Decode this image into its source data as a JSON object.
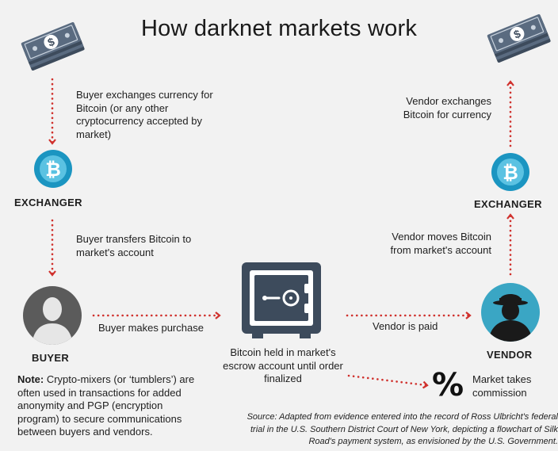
{
  "title": "How darknet markets work",
  "left": {
    "step1": "Buyer exchanges currency for Bitcoin (or any other cryptocurrency accepted by market)",
    "exchanger_label": "EXCHANGER",
    "step2": "Buyer transfers Bitcoin to market's account",
    "buyer_label": "BUYER",
    "purchase": "Buyer makes purchase"
  },
  "center": {
    "escrow": "Bitcoin held in market's escrow account until order finalized",
    "commission": "Market takes commission",
    "percent_symbol": "%"
  },
  "right": {
    "step_currency": "Vendor exchanges Bitcoin for currency",
    "exchanger_label": "EXCHANGER",
    "step_move": "Vendor moves Bitcoin from market's account",
    "vendor_label": "VENDOR",
    "paid": "Vendor is paid"
  },
  "note": {
    "bold": "Note:",
    "text": " Crypto-mixers (or ‘tumblers’) are often used in transactions for added anonymity and PGP (encryption program) to secure communications between buyers and vendors."
  },
  "source": "Source: Adapted from evidence entered into the record of Ross Ulbricht's federal trial in the U.S. Southern District Court of New York, depicting a flowchart of Silk Road's payment system, as envisioned by the U.S. Government.",
  "icons": {
    "bitcoin_symbol": "₿",
    "money_symbol": "$"
  },
  "colors": {
    "arrow": "#d0312d",
    "bitcoin_outer": "#1b95c1",
    "bitcoin_inner": "#5bc2e2",
    "buyer_bg": "#5b5b5b",
    "vendor_bg": "#3aa6c4",
    "safe": "#3d4b5c"
  }
}
